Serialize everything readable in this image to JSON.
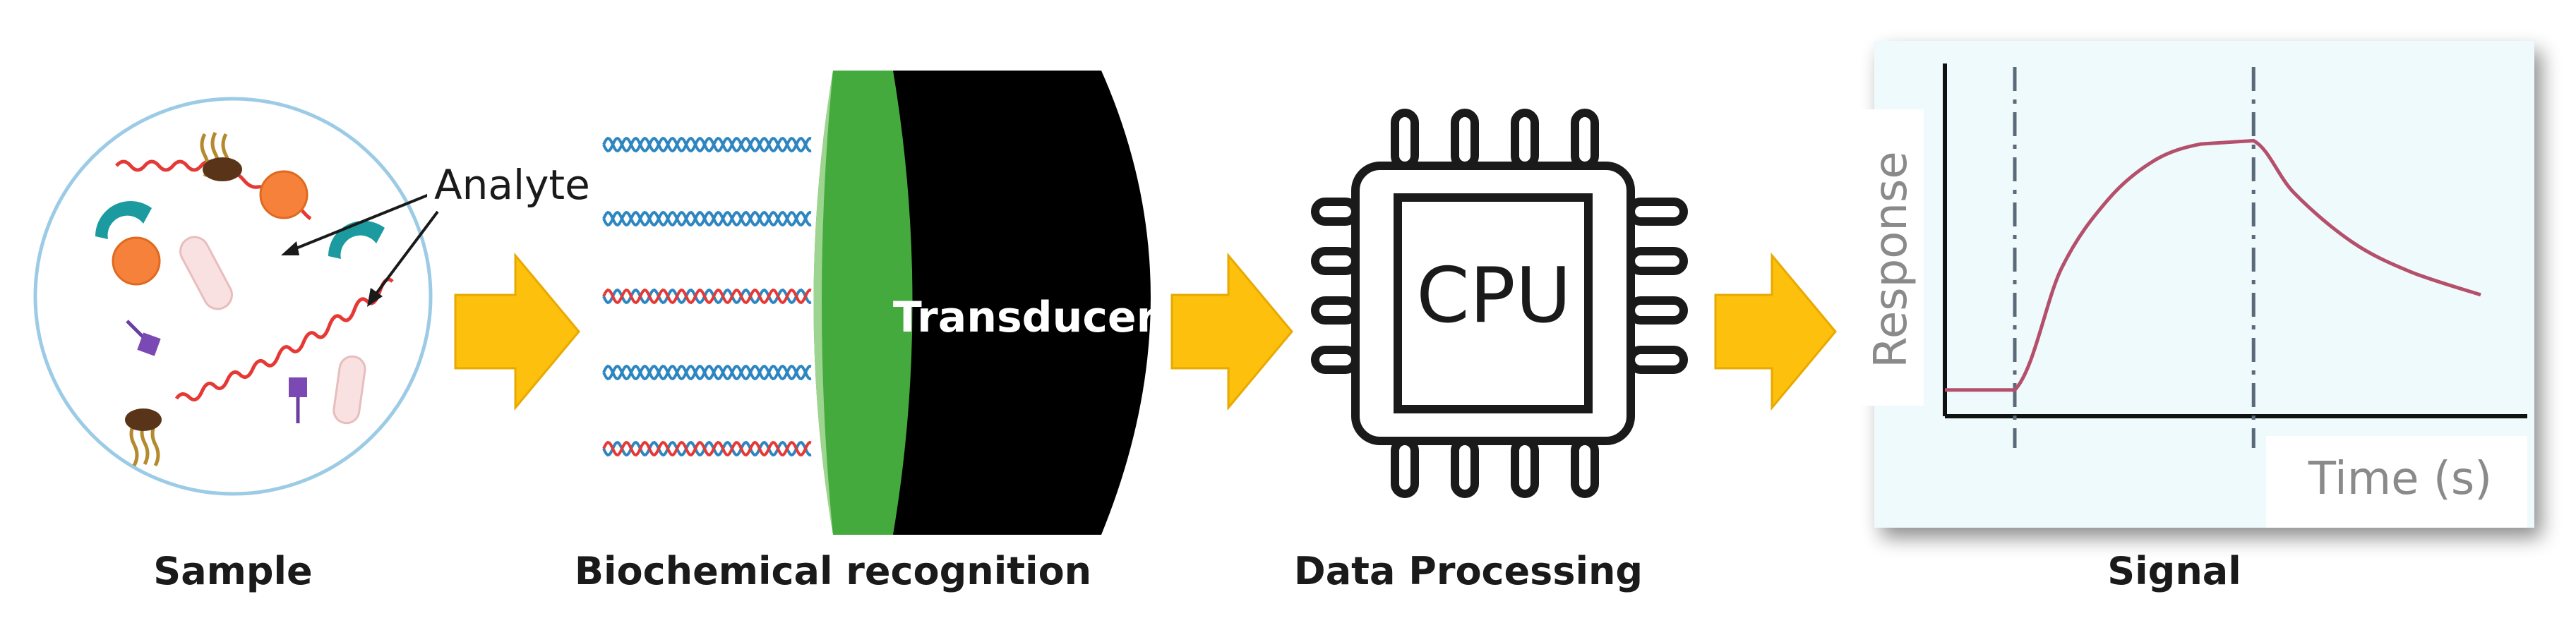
{
  "stages": {
    "sample": {
      "caption": "Sample",
      "annotation": "Analyte"
    },
    "recognition": {
      "caption": "Biochemical recognition",
      "transducer_label": "Transducer"
    },
    "processing": {
      "caption": "Data Processing",
      "chip_label": "CPU"
    },
    "signal": {
      "caption": "Signal"
    }
  },
  "chart_data": {
    "type": "line",
    "title": "",
    "xlabel": "Time (s)",
    "ylabel": "Response",
    "x_ticks": [],
    "y_ticks": [],
    "grid": false,
    "legend": "none",
    "vertical_markers": [
      {
        "x": 0.12,
        "style": "dash-dot"
      },
      {
        "x": 0.53,
        "style": "dash-dot"
      }
    ],
    "series": [
      {
        "values": [
          {
            "x": 0.0,
            "y": 0.08
          },
          {
            "x": 0.12,
            "y": 0.08
          },
          {
            "x": 0.2,
            "y": 0.45
          },
          {
            "x": 0.28,
            "y": 0.66
          },
          {
            "x": 0.36,
            "y": 0.78
          },
          {
            "x": 0.44,
            "y": 0.83
          },
          {
            "x": 0.53,
            "y": 0.84
          },
          {
            "x": 0.6,
            "y": 0.68
          },
          {
            "x": 0.7,
            "y": 0.53
          },
          {
            "x": 0.8,
            "y": 0.44
          },
          {
            "x": 0.92,
            "y": 0.37
          }
        ]
      }
    ],
    "xlim": [
      0,
      1
    ],
    "ylim": [
      0,
      1
    ]
  },
  "colors": {
    "arrow": "#FDC00D",
    "arrow_edge": "#E8A900",
    "transducer_body": "#000000",
    "transducer_front": "#45AA3E",
    "transducer_face": "#9DD48F",
    "dna_strand_a": "#2E86C1",
    "dna_strand_b": "#E53935",
    "chart_background": "#EEFAFB",
    "signal_line": "#B5506C",
    "marker_line": "#5A6A7A",
    "sample_border": "#9CCBE6"
  },
  "icons": [
    "sample-circle-icon",
    "dna-strand-icon",
    "transducer-icon",
    "cpu-chip-icon",
    "flow-arrow-icon",
    "response-curve-icon"
  ]
}
